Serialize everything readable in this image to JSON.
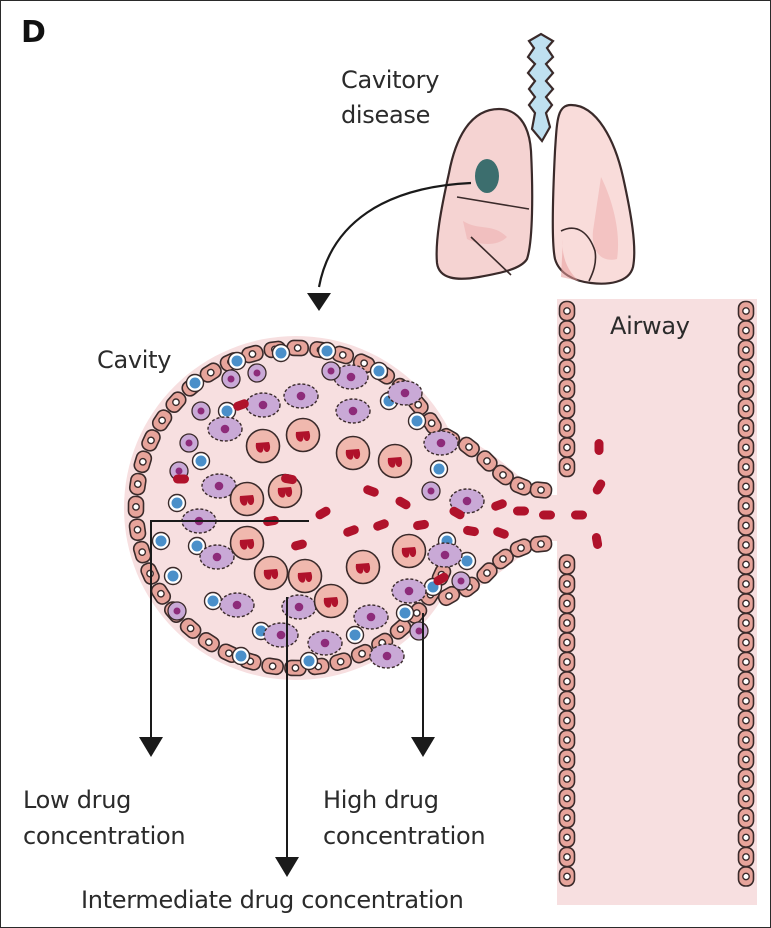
{
  "panel": {
    "letter": "D"
  },
  "labels": {
    "cavitory_line1": "Cavitory",
    "cavitory_line2": "disease",
    "airway": "Airway",
    "cavity": "Cavity",
    "low_line1": "Low drug",
    "low_line2": "concentration",
    "high_line1": "High drug",
    "high_line2": "concentration",
    "intermediate": "Intermediate drug concentration"
  },
  "colors": {
    "lung_fill": "#f5d3d2",
    "lung_outline": "#3a2a2a",
    "trachea": "#bfe0f0",
    "cavity_lesion": "#3c6e6e",
    "airway_fill": "#f7dfe0",
    "epithelium": "#e7a49b",
    "macrophage": "#c9a9d6",
    "lymphocyte": "#4a8fc9",
    "neutrophil": "#f0b8ae",
    "bacillus": "#b0122b",
    "arrow": "#1a1a1a"
  },
  "icons": {
    "lungs": "lungs-icon",
    "arrow_down": "arrow-down-icon"
  }
}
